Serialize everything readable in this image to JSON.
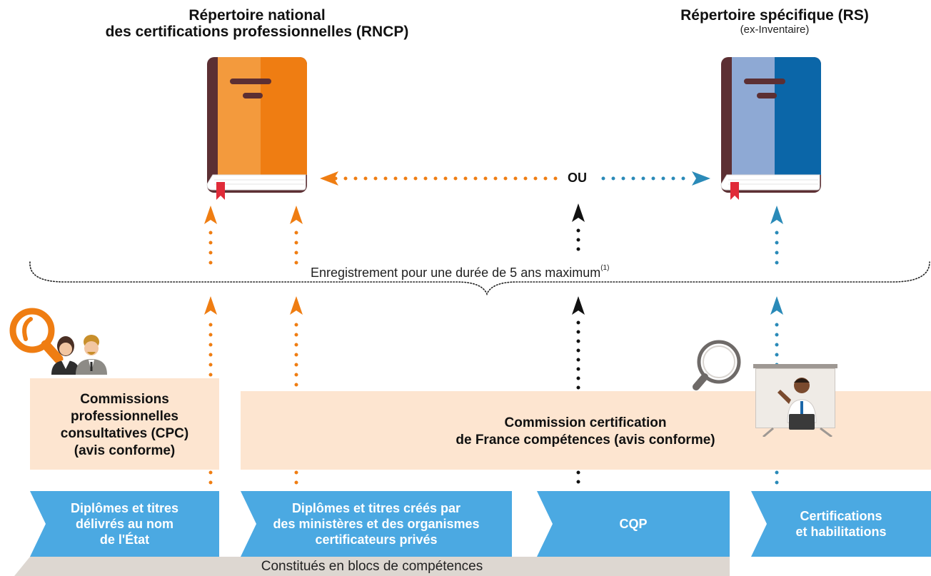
{
  "rncp": {
    "title_line1": "Répertoire national",
    "title_line2": "des certifications professionnelles (RNCP)"
  },
  "rs": {
    "title": "Répertoire spécifique (RS)",
    "subtitle": "(ex-Inventaire)"
  },
  "or_label": "OU",
  "registration": {
    "text": "Enregistrement pour une durée de 5 ans maximum",
    "footnote": "(1)"
  },
  "commissions": {
    "cpc": [
      "Commissions",
      "professionnelles",
      "consultatives (CPC)",
      "(avis conforme)"
    ],
    "france_competences": [
      "Commission certification",
      "de France compétences (avis conforme)"
    ]
  },
  "categories": [
    [
      "Diplômes et titres",
      "délivrés au nom",
      "de l'État"
    ],
    [
      "Diplômes et titres créés par",
      "des ministères et des organismes",
      "certificateurs privés"
    ],
    [
      "CQP"
    ],
    [
      "Certifications",
      "et habilitations"
    ]
  ],
  "footer": "Constitués en blocs de compétences",
  "colors": {
    "orange": "#ef7d12",
    "blue": "#4ba9e2",
    "dark_blue": "#2a8ab8",
    "black": "#111111",
    "peach": "#fde5d0",
    "grey_band": "#ddd7d1"
  },
  "icons": [
    "rncp-book-icon",
    "rs-book-icon",
    "magnifier-icon",
    "people-icon",
    "presenter-icon"
  ]
}
